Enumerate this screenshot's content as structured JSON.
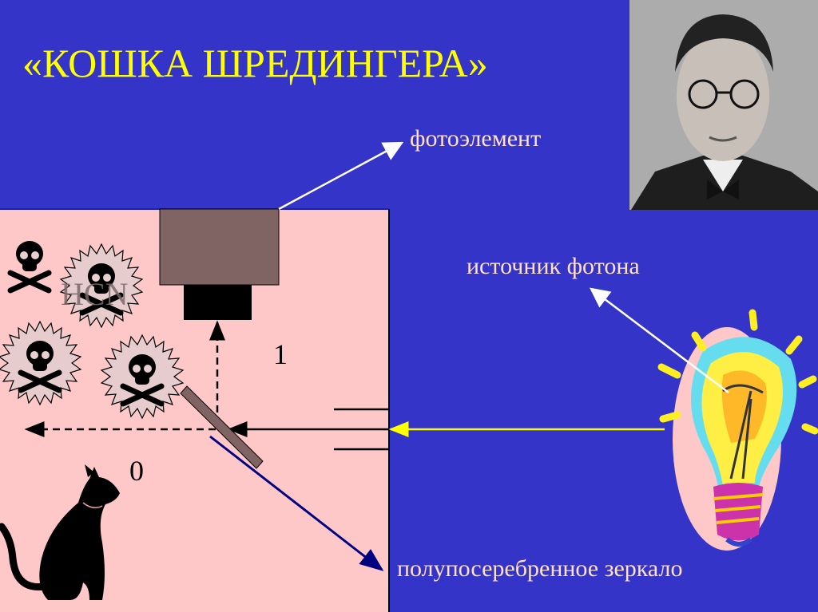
{
  "slide": {
    "title": "«КОШКА ШРЕДИНГЕРА»",
    "labels": {
      "photocell": "фотоэлемент",
      "photon_source": "источник фотона",
      "mirror": "полупосеребренное зеркало",
      "path_1": "1",
      "path_0": "0",
      "poison": "HCN"
    },
    "colors": {
      "background": "#3434c8",
      "box": "#ffc8c8",
      "title": "#ffff00",
      "label": "#ffe0c8",
      "photocell": "#806464",
      "beam": "#ffff00",
      "reflected_beam": "#000080"
    },
    "icons": [
      "skull-crossbones-icon",
      "cat-icon",
      "light-bulb-icon",
      "portrait-photo"
    ]
  }
}
